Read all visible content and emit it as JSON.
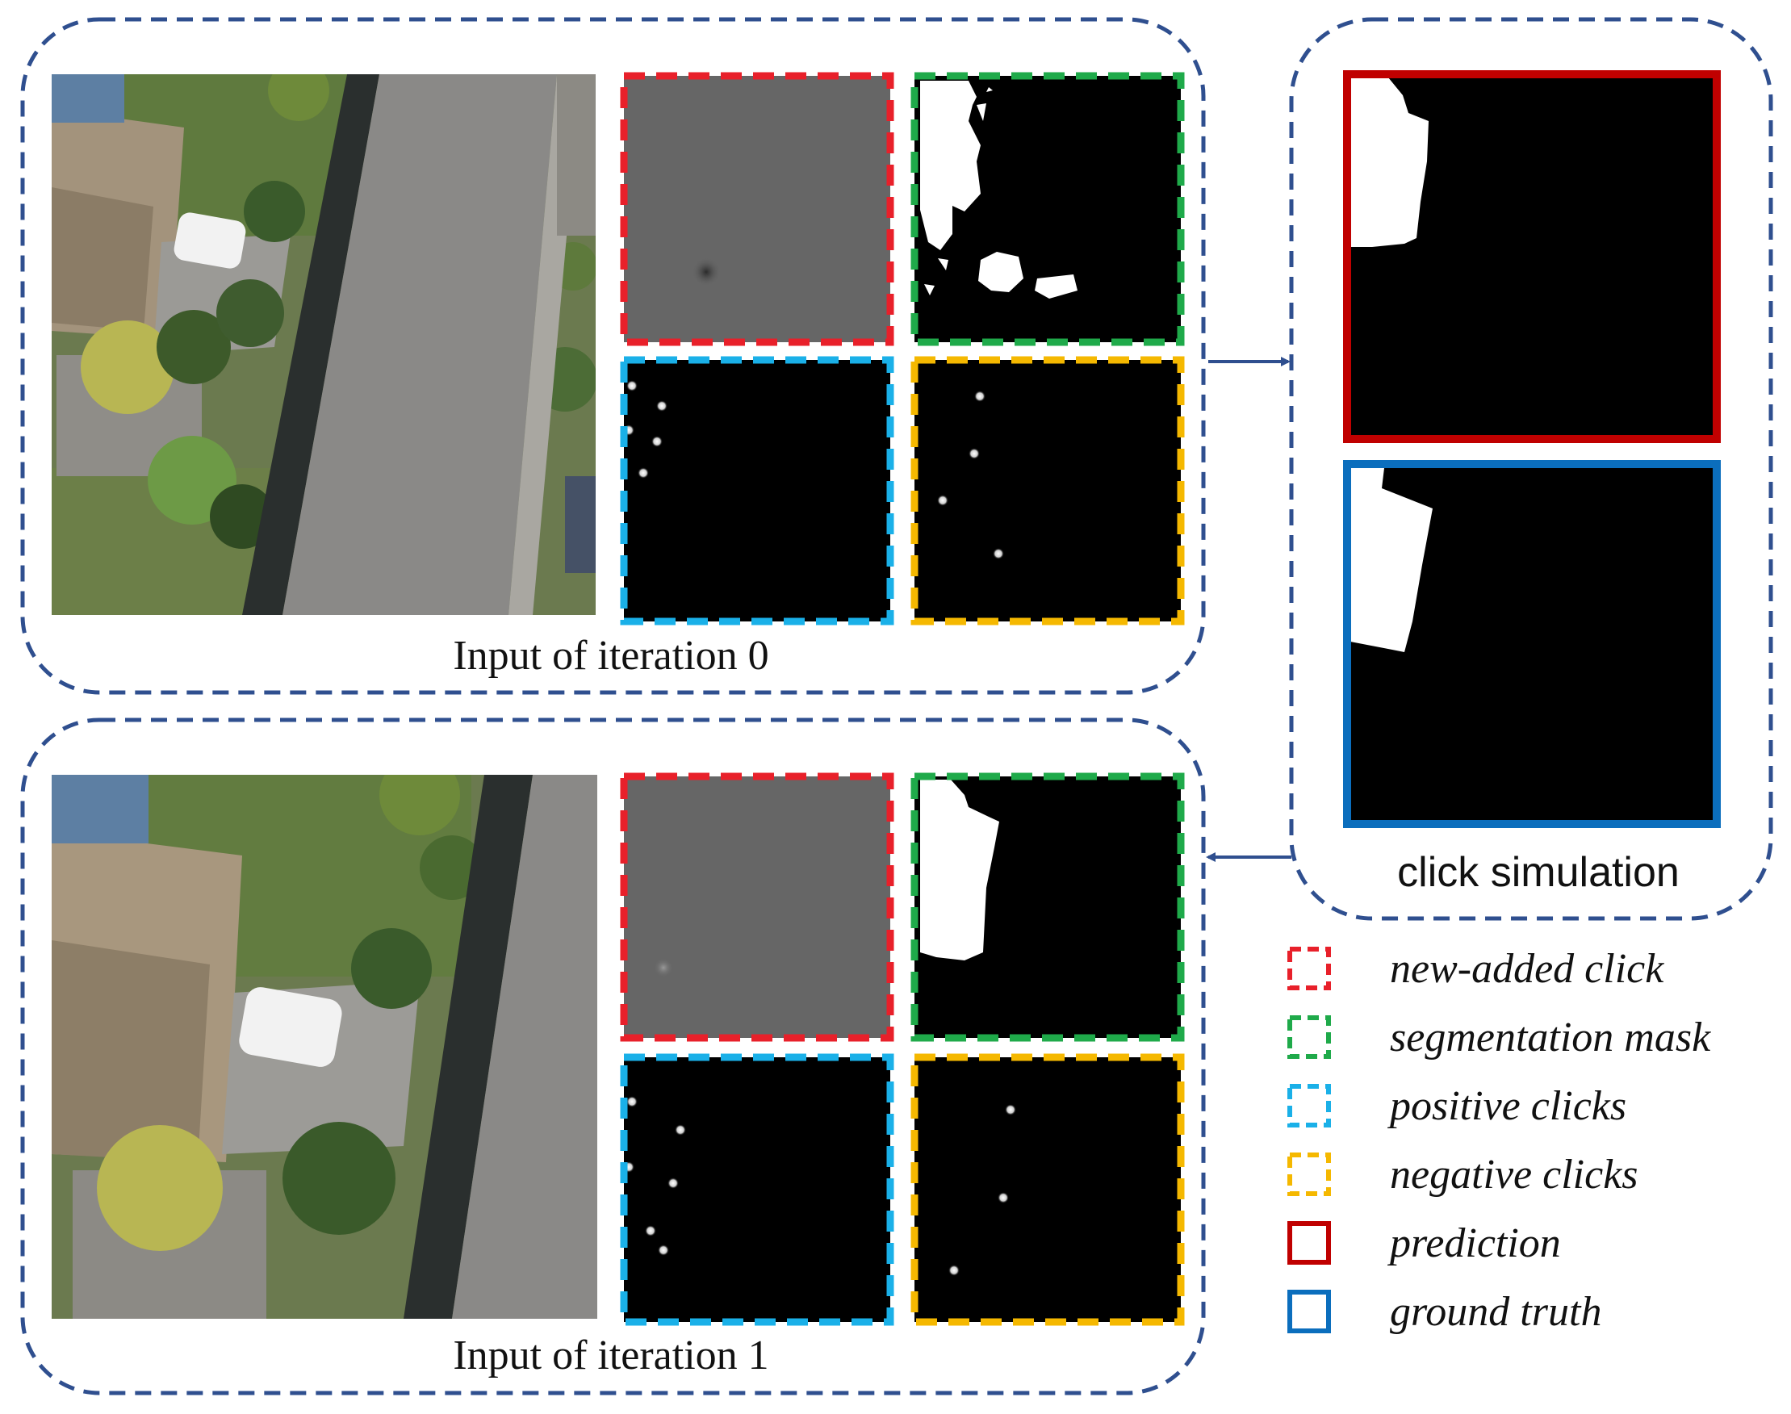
{
  "panels": {
    "iteration0": {
      "caption": "Input of iteration 0"
    },
    "iteration1": {
      "caption": "Input of iteration 1"
    },
    "simulation": {
      "caption": "click simulation"
    }
  },
  "legend": [
    {
      "label": "new-added click",
      "color": "#e8202a",
      "dashed": true
    },
    {
      "label": "segmentation mask",
      "color": "#1faa4a",
      "dashed": true
    },
    {
      "label": "positive clicks",
      "color": "#1ab0e8",
      "dashed": true
    },
    {
      "label": "negative clicks",
      "color": "#f5b800",
      "dashed": true
    },
    {
      "label": "prediction",
      "color": "#c00000",
      "dashed": false
    },
    {
      "label": "ground truth",
      "color": "#0b6ebd",
      "dashed": false
    }
  ],
  "colors": {
    "panel_border": "#2f4f8f",
    "arrow": "#2f4f8f",
    "click_map_gray": "#666666"
  }
}
